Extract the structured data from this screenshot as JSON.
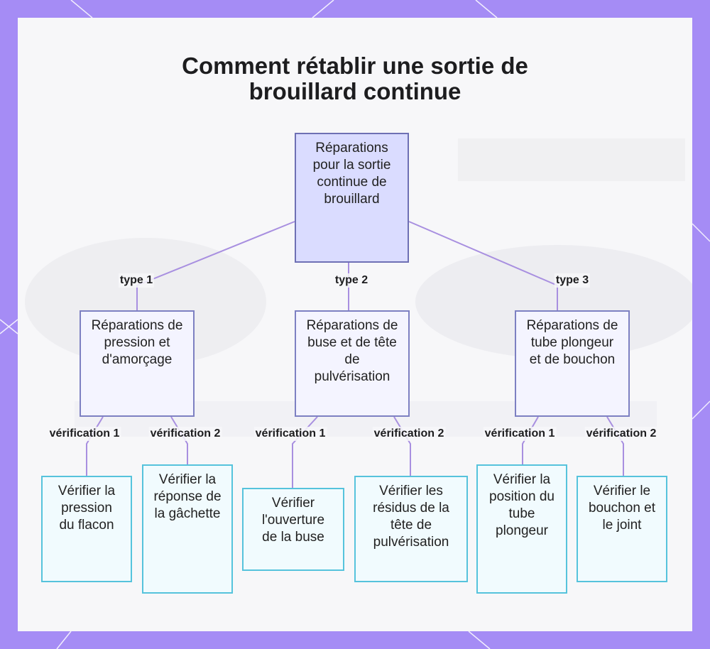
{
  "title_lines": [
    "Comment rétablir une sortie de",
    "brouillard continue"
  ],
  "colors": {
    "background": "#a58cf5",
    "panel": "#f7f7f9",
    "root_fill": "#dadcff",
    "category_fill": "#f4f4ff",
    "leaf_fill": "#f1fbfe",
    "leaf_border": "#56c3dc",
    "connector": "#a88fe0"
  },
  "root": {
    "label": "Réparations pour la sortie continue de brouillard"
  },
  "branches": [
    {
      "edge_label": "type 1",
      "label": "Réparations de pression et d'amorçage",
      "children": [
        {
          "edge_label": "vérification 1",
          "label": "Vérifier la pression du flacon"
        },
        {
          "edge_label": "vérification 2",
          "label": "Vérifier la réponse de la gâchette"
        }
      ]
    },
    {
      "edge_label": "type 2",
      "label": "Réparations de buse et de tête de pulvérisation",
      "children": [
        {
          "edge_label": "vérification 1",
          "label": "Vérifier l'ouverture de la buse"
        },
        {
          "edge_label": "vérification 2",
          "label": "Vérifier les résidus de la tête de pulvérisation"
        }
      ]
    },
    {
      "edge_label": "type 3",
      "label": "Réparations de tube plongeur et de bouchon",
      "children": [
        {
          "edge_label": "vérification 1",
          "label": "Vérifier la position du tube plongeur"
        },
        {
          "edge_label": "vérification 2",
          "label": "Vérifier le bouchon et le joint"
        }
      ]
    }
  ]
}
